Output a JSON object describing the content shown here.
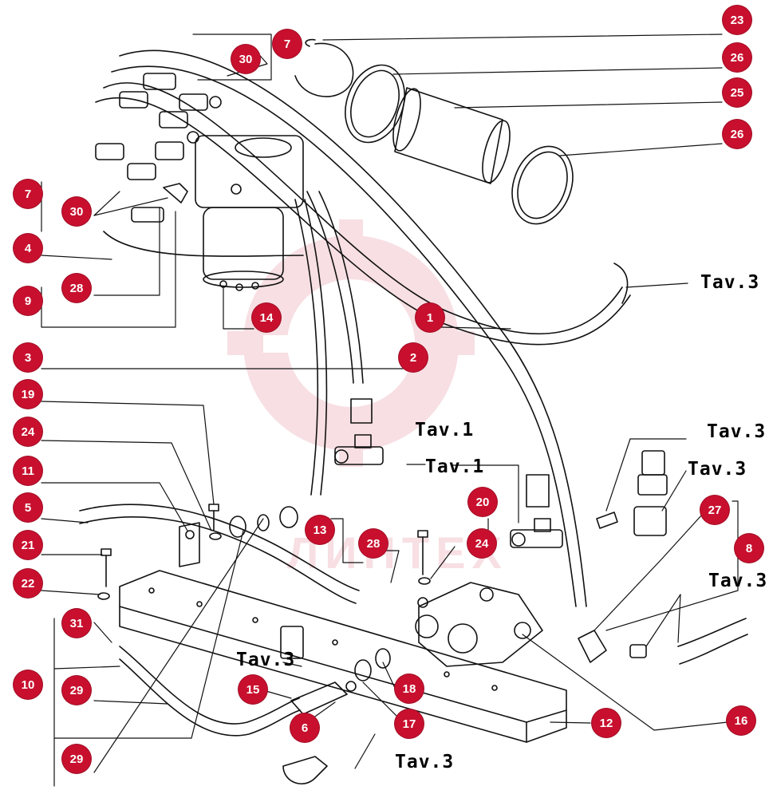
{
  "colors": {
    "callout": "#c8102e",
    "line": "#111111",
    "watermark": "#c8102e"
  },
  "watermark": {
    "text": "ЛИНТЕХ",
    "icon": "gear-logo-icon"
  },
  "callouts": [
    {
      "id": "c-23",
      "label": "23"
    },
    {
      "id": "c-26a",
      "label": "26"
    },
    {
      "id": "c-25",
      "label": "25"
    },
    {
      "id": "c-26b",
      "label": "26"
    },
    {
      "id": "c-7a",
      "label": "7"
    },
    {
      "id": "c-30a",
      "label": "30"
    },
    {
      "id": "c-7b",
      "label": "7"
    },
    {
      "id": "c-30b",
      "label": "30"
    },
    {
      "id": "c-4",
      "label": "4"
    },
    {
      "id": "c-28a",
      "label": "28"
    },
    {
      "id": "c-9",
      "label": "9"
    },
    {
      "id": "c-14",
      "label": "14"
    },
    {
      "id": "c-1",
      "label": "1"
    },
    {
      "id": "c-3",
      "label": "3"
    },
    {
      "id": "c-2",
      "label": "2"
    },
    {
      "id": "c-19",
      "label": "19"
    },
    {
      "id": "c-24a",
      "label": "24"
    },
    {
      "id": "c-11",
      "label": "11"
    },
    {
      "id": "c-5",
      "label": "5"
    },
    {
      "id": "c-21",
      "label": "21"
    },
    {
      "id": "c-22",
      "label": "22"
    },
    {
      "id": "c-13",
      "label": "13"
    },
    {
      "id": "c-28b",
      "label": "28"
    },
    {
      "id": "c-20",
      "label": "20"
    },
    {
      "id": "c-24b",
      "label": "24"
    },
    {
      "id": "c-27",
      "label": "27"
    },
    {
      "id": "c-8",
      "label": "8"
    },
    {
      "id": "c-31",
      "label": "31"
    },
    {
      "id": "c-10",
      "label": "10"
    },
    {
      "id": "c-29a",
      "label": "29"
    },
    {
      "id": "c-15",
      "label": "15"
    },
    {
      "id": "c-6",
      "label": "6"
    },
    {
      "id": "c-18",
      "label": "18"
    },
    {
      "id": "c-17",
      "label": "17"
    },
    {
      "id": "c-12",
      "label": "12"
    },
    {
      "id": "c-16",
      "label": "16"
    },
    {
      "id": "c-29b",
      "label": "29"
    }
  ],
  "references": [
    {
      "id": "r-tav3-top",
      "label": "Tav.3"
    },
    {
      "id": "r-tav1-a",
      "label": "Tav.1"
    },
    {
      "id": "r-tav1-b",
      "label": "Tav.1"
    },
    {
      "id": "r-tav3-r1",
      "label": "Tav.3"
    },
    {
      "id": "r-tav3-r2",
      "label": "Tav.3"
    },
    {
      "id": "r-tav3-r3",
      "label": "Tav.3"
    },
    {
      "id": "r-tav3-mid",
      "label": "Tav.3"
    },
    {
      "id": "r-tav3-bottom",
      "label": "Tav.3"
    }
  ]
}
